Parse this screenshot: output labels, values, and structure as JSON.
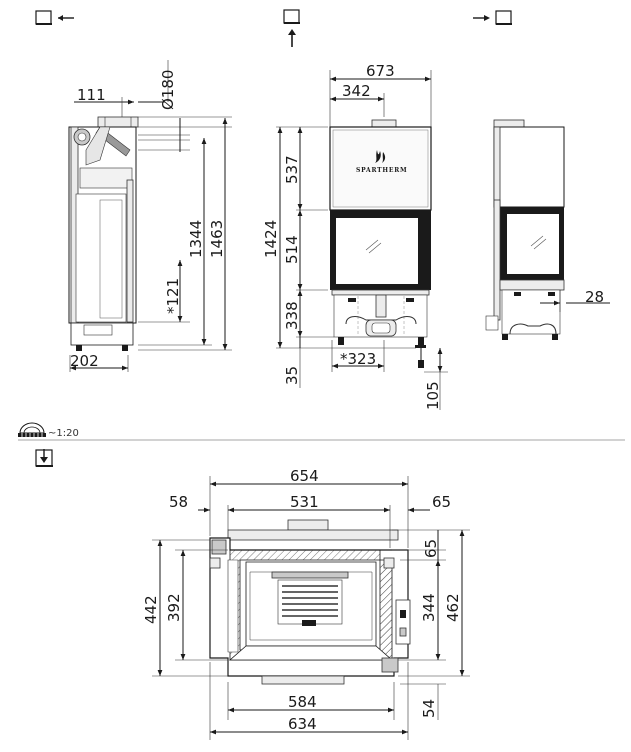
{
  "views": {
    "side_left": {
      "icon": "view-from-left-icon"
    },
    "front": {
      "icon": "view-from-front-icon"
    },
    "side_right": {
      "icon": "view-from-right-icon"
    },
    "top": {
      "icon": "view-from-top-icon"
    }
  },
  "scale": {
    "label": "~1:20",
    "icon": "scale-ruler-icon"
  },
  "brand": {
    "logo_text": "SPARTHERM"
  },
  "side_view_dims": {
    "flue_diameter": "Ø180",
    "flue_offset": "111",
    "height_total": "1463",
    "height_flue": "1344",
    "height_inlet": "*121",
    "depth_base": "202"
  },
  "front_view_dims": {
    "width_total": "673",
    "flue_offset": "342",
    "height_total": "1424",
    "height_top": "537",
    "height_door": "514",
    "height_base": "338",
    "air_inlet": "*323",
    "foot_height": "35",
    "foot_adjust": "105"
  },
  "right_view_dims": {
    "offset": "28"
  },
  "top_view_dims": {
    "width_total": "654",
    "width_inner": "531",
    "offset_left": "58",
    "offset_right": "65",
    "offset_right_top": "65",
    "depth_total": "442",
    "depth_inner": "392",
    "depth_side": "344",
    "depth_right_total": "462",
    "width_front_inner": "584",
    "width_front_total": "634",
    "front_offset": "54"
  }
}
